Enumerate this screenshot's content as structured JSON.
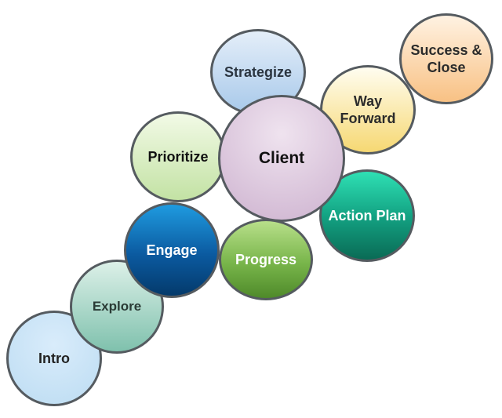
{
  "nodes": {
    "intro": "Intro",
    "explore": "Explore",
    "engage": "Engage",
    "progress": "Progress",
    "prioritize": "Prioritize",
    "strategize": "Strategize",
    "client": "Client",
    "way_forward": "Way Forward",
    "action_plan": "Action Plan",
    "success_close": "Success & Close"
  },
  "colors": {
    "outline": "#555b60",
    "intro": "#bcdcf2",
    "explore": "#7fc1ad",
    "engage": "#0b5aa0",
    "progress": "#78b54a",
    "prioritize": "#c3e2a4",
    "strategize": "#a8c9ea",
    "client": "#cdb2cf",
    "way_forward": "#f6d873",
    "action_plan": "#13a383",
    "success_close": "#f8c184"
  }
}
